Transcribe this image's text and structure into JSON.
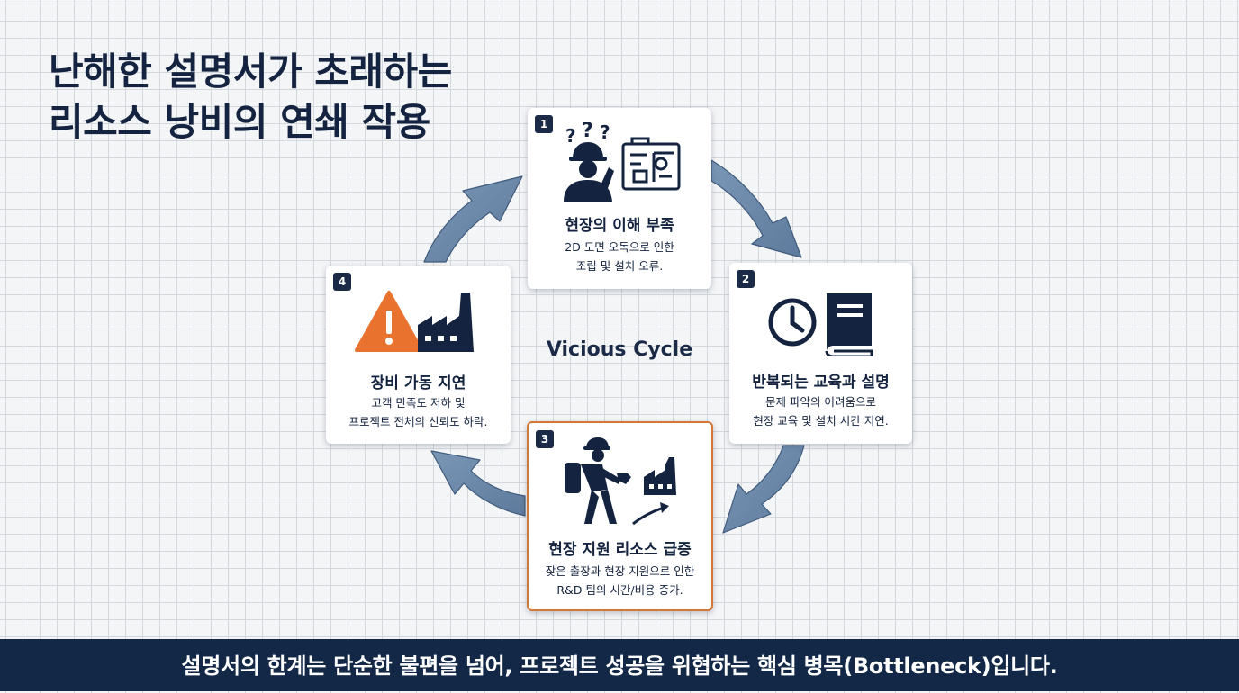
{
  "title": {
    "line1": "난해한 설명서가 초래하는",
    "line2": "리소스 낭비의 연쇄 작용"
  },
  "center_label": "Vicious Cycle",
  "colors": {
    "navy": "#14233f",
    "arrow_blue": "#6683a3",
    "warning_orange": "#e8722e",
    "highlight_border": "#d4783a",
    "footer_bg": "#132847"
  },
  "steps": [
    {
      "number": "1",
      "title": "현장의 이해 부족",
      "desc_line1": "2D 도면 오독으로 인한",
      "desc_line2": "조립 및 설치 오류.",
      "icons": [
        "confused-worker-icon",
        "blueprint-icon"
      ]
    },
    {
      "number": "2",
      "title": "반복되는 교육과 설명",
      "desc_line1": "문제 파악의 어려움으로",
      "desc_line2": "현장 교육 및 설치 시간 지연.",
      "icons": [
        "clock-icon",
        "manual-book-icon"
      ]
    },
    {
      "number": "3",
      "title": "현장 지원 리소스 급증",
      "desc_line1": "잦은 출장과 현장 지원으로 인한",
      "desc_line2": "R&D 팀의 시간/비용 증가.",
      "icons": [
        "walking-technician-icon",
        "factory-trend-icon"
      ]
    },
    {
      "number": "4",
      "title": "장비 가동 지연",
      "desc_line1": "고객 만족도 저하 및",
      "desc_line2": "프로젝트 전체의 신뢰도 하락.",
      "icons": [
        "warning-icon",
        "factory-icon"
      ]
    }
  ],
  "footer": "설명서의 한계는 단순한 불편을 넘어, 프로젝트 성공을 위협하는 핵심 병목(Bottleneck)입니다."
}
